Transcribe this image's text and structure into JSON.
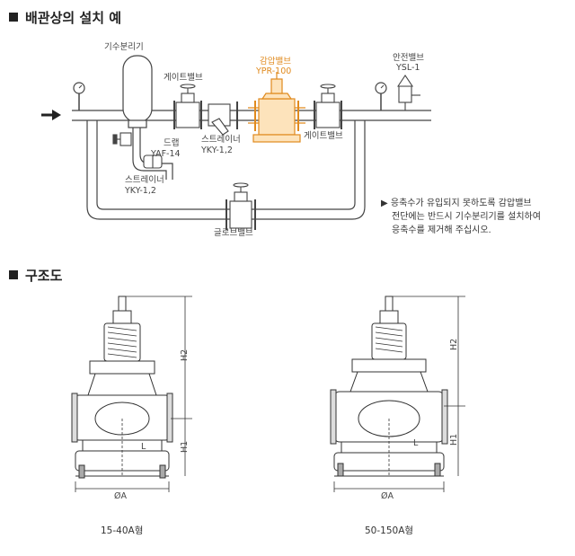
{
  "sections": {
    "piping_title": "배관상의 설치 예",
    "structure_title": "구조도"
  },
  "piping": {
    "separator": "기수분리기",
    "gate_valve_1": "게이트밸브",
    "reducing_valve_name": "감압밸브",
    "reducing_valve_model": "YPR-100",
    "safety_valve_name": "안전밸브",
    "safety_valve_model": "YSL-1",
    "trap_name": "드랩",
    "trap_model": "YAF-14",
    "strainer_1_name": "스트레이너",
    "strainer_1_model": "YKY-1,2",
    "gate_valve_2": "게이트밸브",
    "strainer_2_name": "스트레이너",
    "strainer_2_model": "YKY-1,2",
    "globe_valve": "글로브밸브",
    "note_lines": [
      "▶ 응축수가 유입되지 못하도록 감압밸브",
      "전단에는 반드시 기수분리기를 설치하여",
      "응축수를 제거해 주십시오."
    ],
    "colors": {
      "highlight": "#f0a030",
      "line": "#444444"
    }
  },
  "structure": {
    "small": {
      "caption": "15-40A형",
      "dim_h1": "H1",
      "dim_h2": "H2",
      "dim_l": "L",
      "dim_dia": "ØA"
    },
    "large": {
      "caption": "50-150A형",
      "dim_h1": "H1",
      "dim_h2": "H2",
      "dim_l": "L",
      "dim_dia": "ØA"
    }
  }
}
